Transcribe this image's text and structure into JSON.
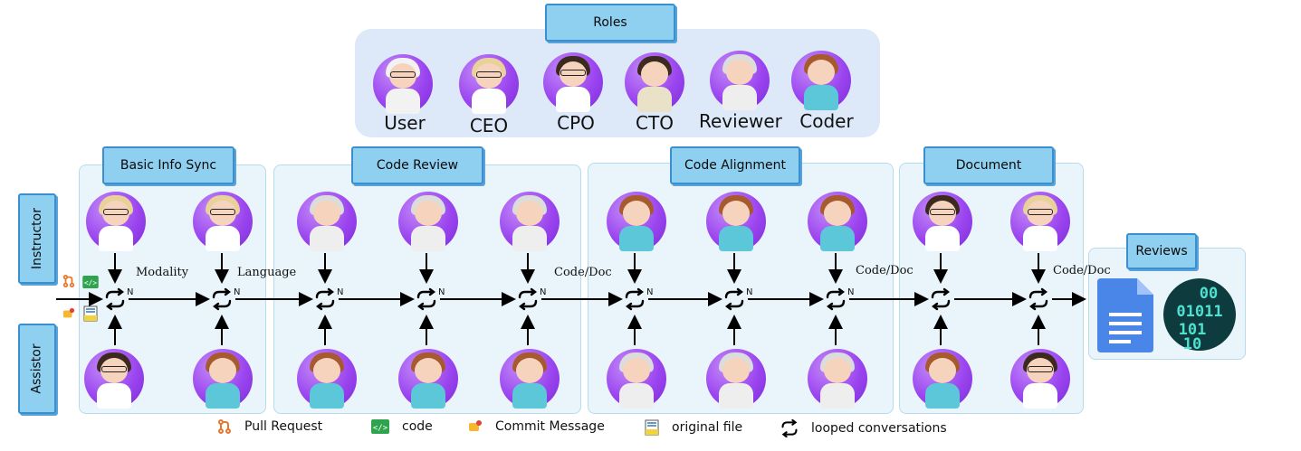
{
  "roles": {
    "title": "Roles",
    "items": [
      {
        "label": "User",
        "avatar": "user-avatar"
      },
      {
        "label": "CEO",
        "avatar": "ceo-avatar"
      },
      {
        "label": "CPO",
        "avatar": "cpo-avatar"
      },
      {
        "label": "CTO",
        "avatar": "cto-avatar"
      },
      {
        "label": "Reviewer",
        "avatar": "reviewer-avatar"
      },
      {
        "label": "Coder",
        "avatar": "coder-avatar"
      }
    ]
  },
  "side_labels": {
    "instructor": "Instructor",
    "assistor": "Assistor"
  },
  "phases": [
    {
      "title": "Basic Info Sync"
    },
    {
      "title": "Code Review"
    },
    {
      "title": "Code Alignment"
    },
    {
      "title": "Document"
    }
  ],
  "step_labels": {
    "modality": "Modality",
    "language": "Language",
    "code_doc_1": "Code/Doc",
    "code_doc_2": "Code/Doc",
    "code_doc_3": "Code/Doc"
  },
  "loop_superscript": "N",
  "reviews": {
    "title": "Reviews",
    "binary_text": "00\n01011\n101\n10"
  },
  "legend": {
    "pull_request": "Pull Request",
    "code": "code",
    "commit_message": "Commit Message",
    "original_file": "original file",
    "looped_conversations": "looped conversations"
  },
  "colors": {
    "tag_fill": "#8fd0f0",
    "tag_border": "#3a8fd0",
    "panel_fill": "#e9f5fb",
    "roles_fill": "#dde9f8",
    "avatar_purple": "#9b45ef",
    "doc_blue": "#4a86e8",
    "binary_bg": "#0d3b3e",
    "binary_text": "#4fe0d0"
  }
}
